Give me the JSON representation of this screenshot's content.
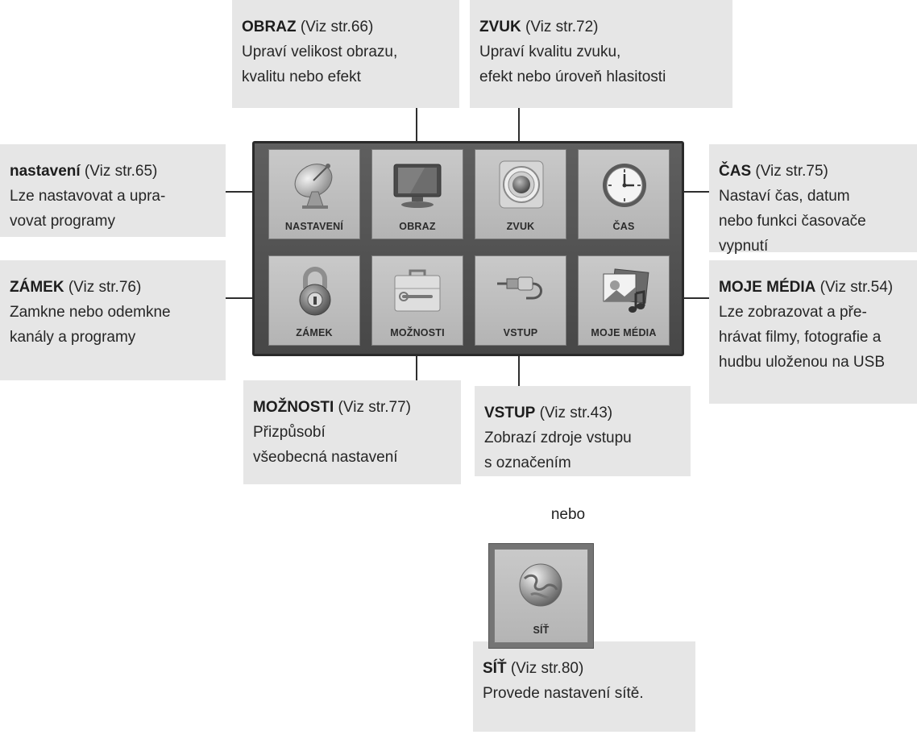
{
  "tiles": [
    {
      "id": "nastaveni",
      "label": "NASTAVENÍ",
      "icon": "satellite-dish-icon"
    },
    {
      "id": "obraz",
      "label": "OBRAZ",
      "icon": "tv-monitor-icon"
    },
    {
      "id": "zvuk",
      "label": "ZVUK",
      "icon": "speaker-icon"
    },
    {
      "id": "cas",
      "label": "ČAS",
      "icon": "clock-icon"
    },
    {
      "id": "zamek",
      "label": "ZÁMEK",
      "icon": "padlock-icon"
    },
    {
      "id": "moznosti",
      "label": "MOŽNOSTI",
      "icon": "toolbox-icon"
    },
    {
      "id": "vstup",
      "label": "VSTUP",
      "icon": "cable-plug-icon"
    },
    {
      "id": "moje_media",
      "label": "MOJE MÉDIA",
      "icon": "photo-music-icon"
    },
    {
      "id": "sit",
      "label": "SÍŤ",
      "icon": "globe-icon"
    }
  ],
  "callouts": {
    "obraz": {
      "title": "OBRAZ",
      "ref": " (Viz str.66)",
      "desc": "Upraví velikost obrazu,\nkvalitu nebo efekt"
    },
    "zvuk": {
      "title": "ZVUK",
      "ref": " (Viz str.72)",
      "desc": "Upraví kvalitu zvuku,\nefekt nebo úroveň hlasitosti"
    },
    "nastaveni": {
      "title": "nastavení",
      "ref": " (Viz str.65)",
      "desc": "Lze nastavovat a upra-\nvovat programy"
    },
    "cas": {
      "title": "ČAS",
      "ref": " (Viz str.75)",
      "desc": "Nastaví čas, datum\nnebo funkci časovače\nvypnutí"
    },
    "zamek": {
      "title": "ZÁMEK",
      "ref": " (Viz str.76)",
      "desc": "Zamkne nebo odemkne\nkanály a programy"
    },
    "moje_media": {
      "title": "MOJE MÉDIA",
      "ref": " (Viz str.54)",
      "desc": "Lze zobrazovat a pře-\nhrávat filmy, fotografie a\nhudbu uloženou na USB"
    },
    "moznosti": {
      "title": "MOŽNOSTI",
      "ref": " (Viz str.77)",
      "desc": "Přizpůsobí\nvšeobecná nastavení"
    },
    "vstup": {
      "title": "VSTUP",
      "ref": " (Viz str.43)",
      "desc": "Zobrazí zdroje vstupu\ns označením"
    },
    "sit": {
      "title": "SÍŤ",
      "ref": " (Viz str.80)",
      "desc": "Provede nastavení sítě."
    }
  },
  "separator_text": "nebo"
}
